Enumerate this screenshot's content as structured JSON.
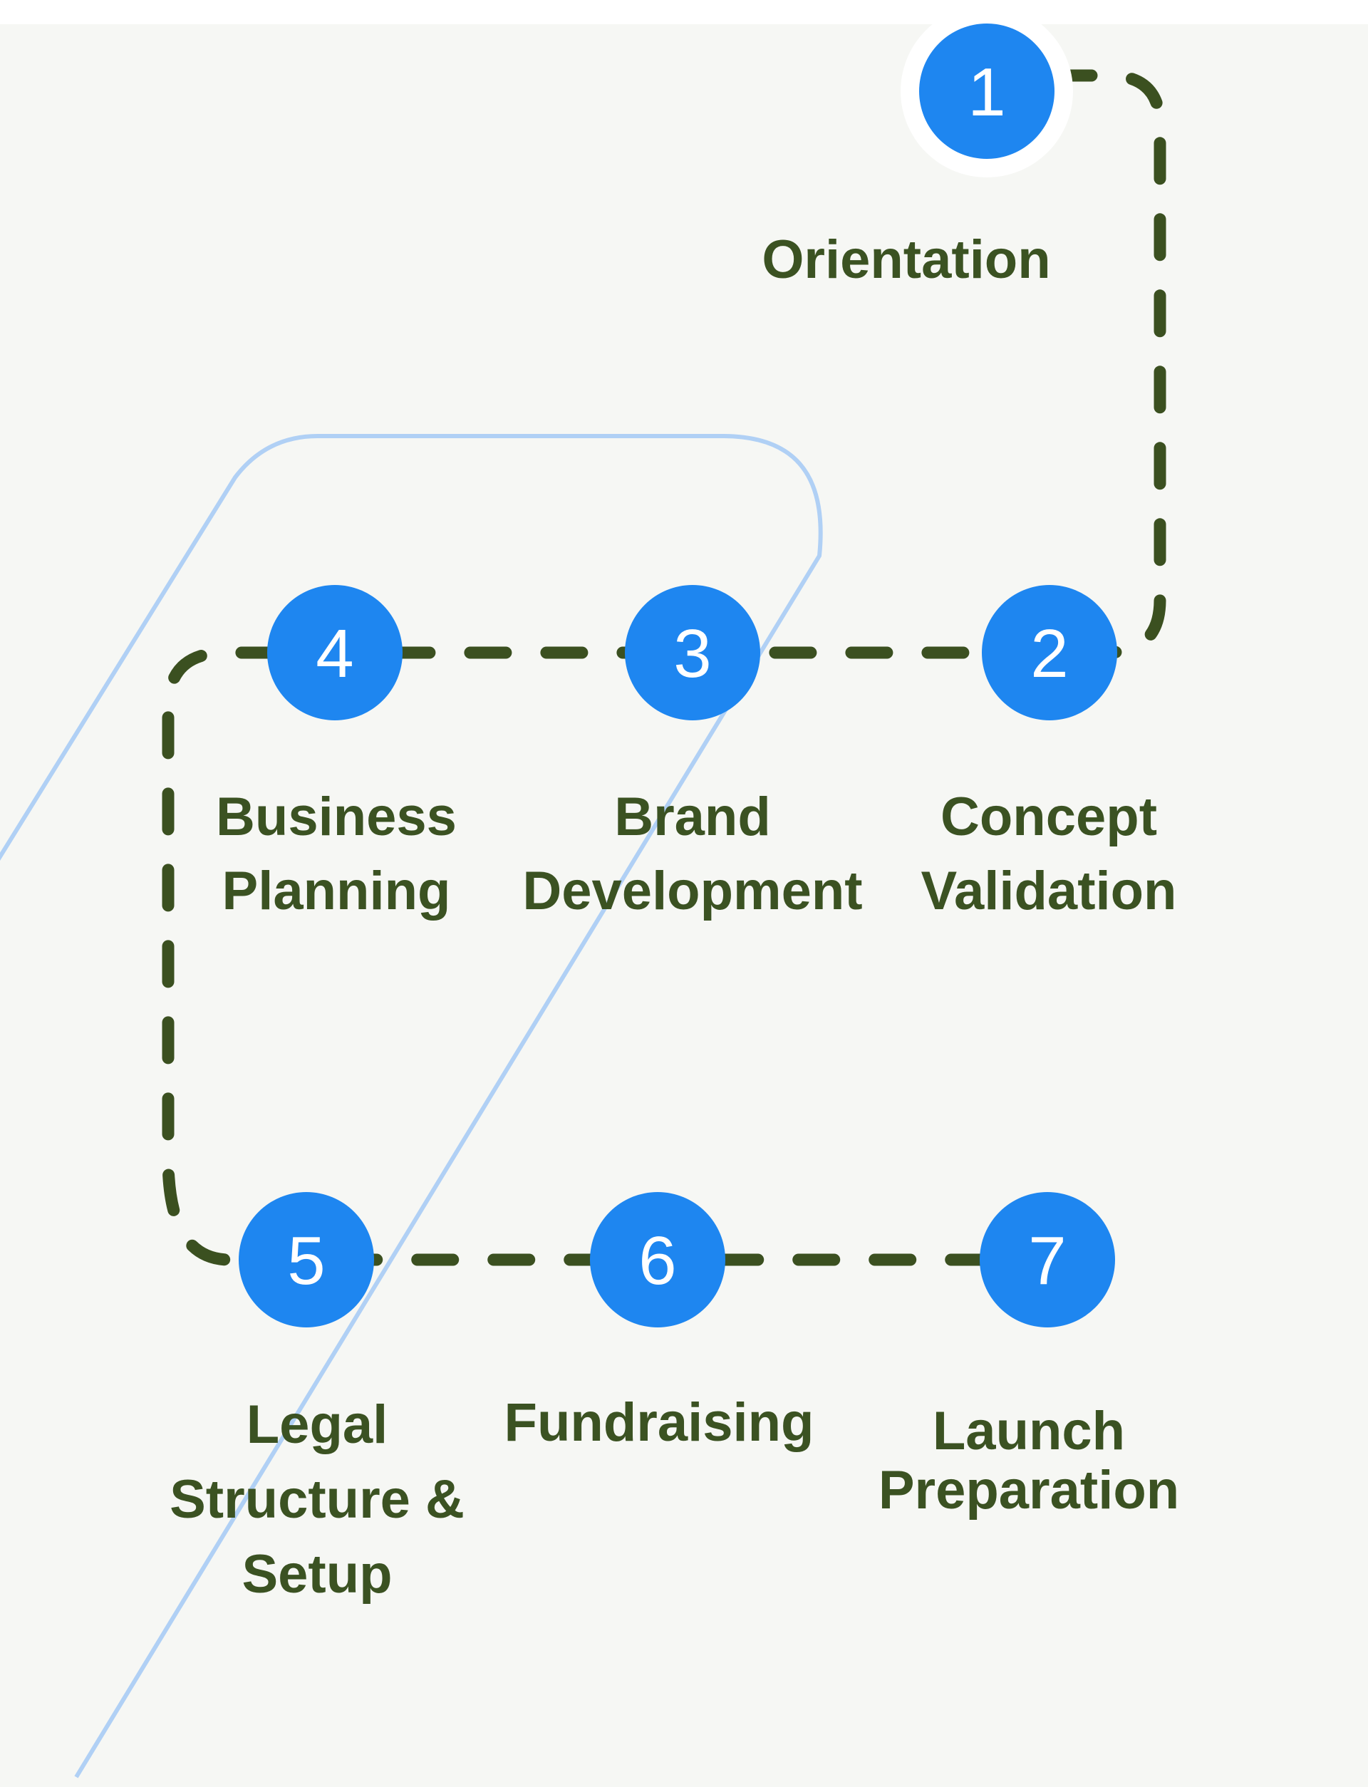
{
  "diagram": {
    "type": "process-roadmap",
    "step_count": 7,
    "colors": {
      "node_blue": "#1e86f0",
      "route_olive": "#3b5020",
      "label_green": "#3b5222",
      "decor_light_blue": "#b0d0f5",
      "background": "#f6f7f4",
      "number_text": "#ffffff",
      "halo_white": "#ffffff"
    },
    "steps": [
      {
        "number": "1",
        "lines": [
          "Orientation"
        ]
      },
      {
        "number": "2",
        "lines": [
          "Concept",
          "Validation"
        ]
      },
      {
        "number": "3",
        "lines": [
          "Brand",
          "Development"
        ]
      },
      {
        "number": "4",
        "lines": [
          "Business",
          "Planning"
        ]
      },
      {
        "number": "5",
        "lines": [
          "Legal",
          "Structure &",
          "Setup"
        ]
      },
      {
        "number": "6",
        "lines": [
          "Fundraising"
        ]
      },
      {
        "number": "7",
        "lines": [
          "Launch",
          "Preparation"
        ]
      }
    ]
  }
}
